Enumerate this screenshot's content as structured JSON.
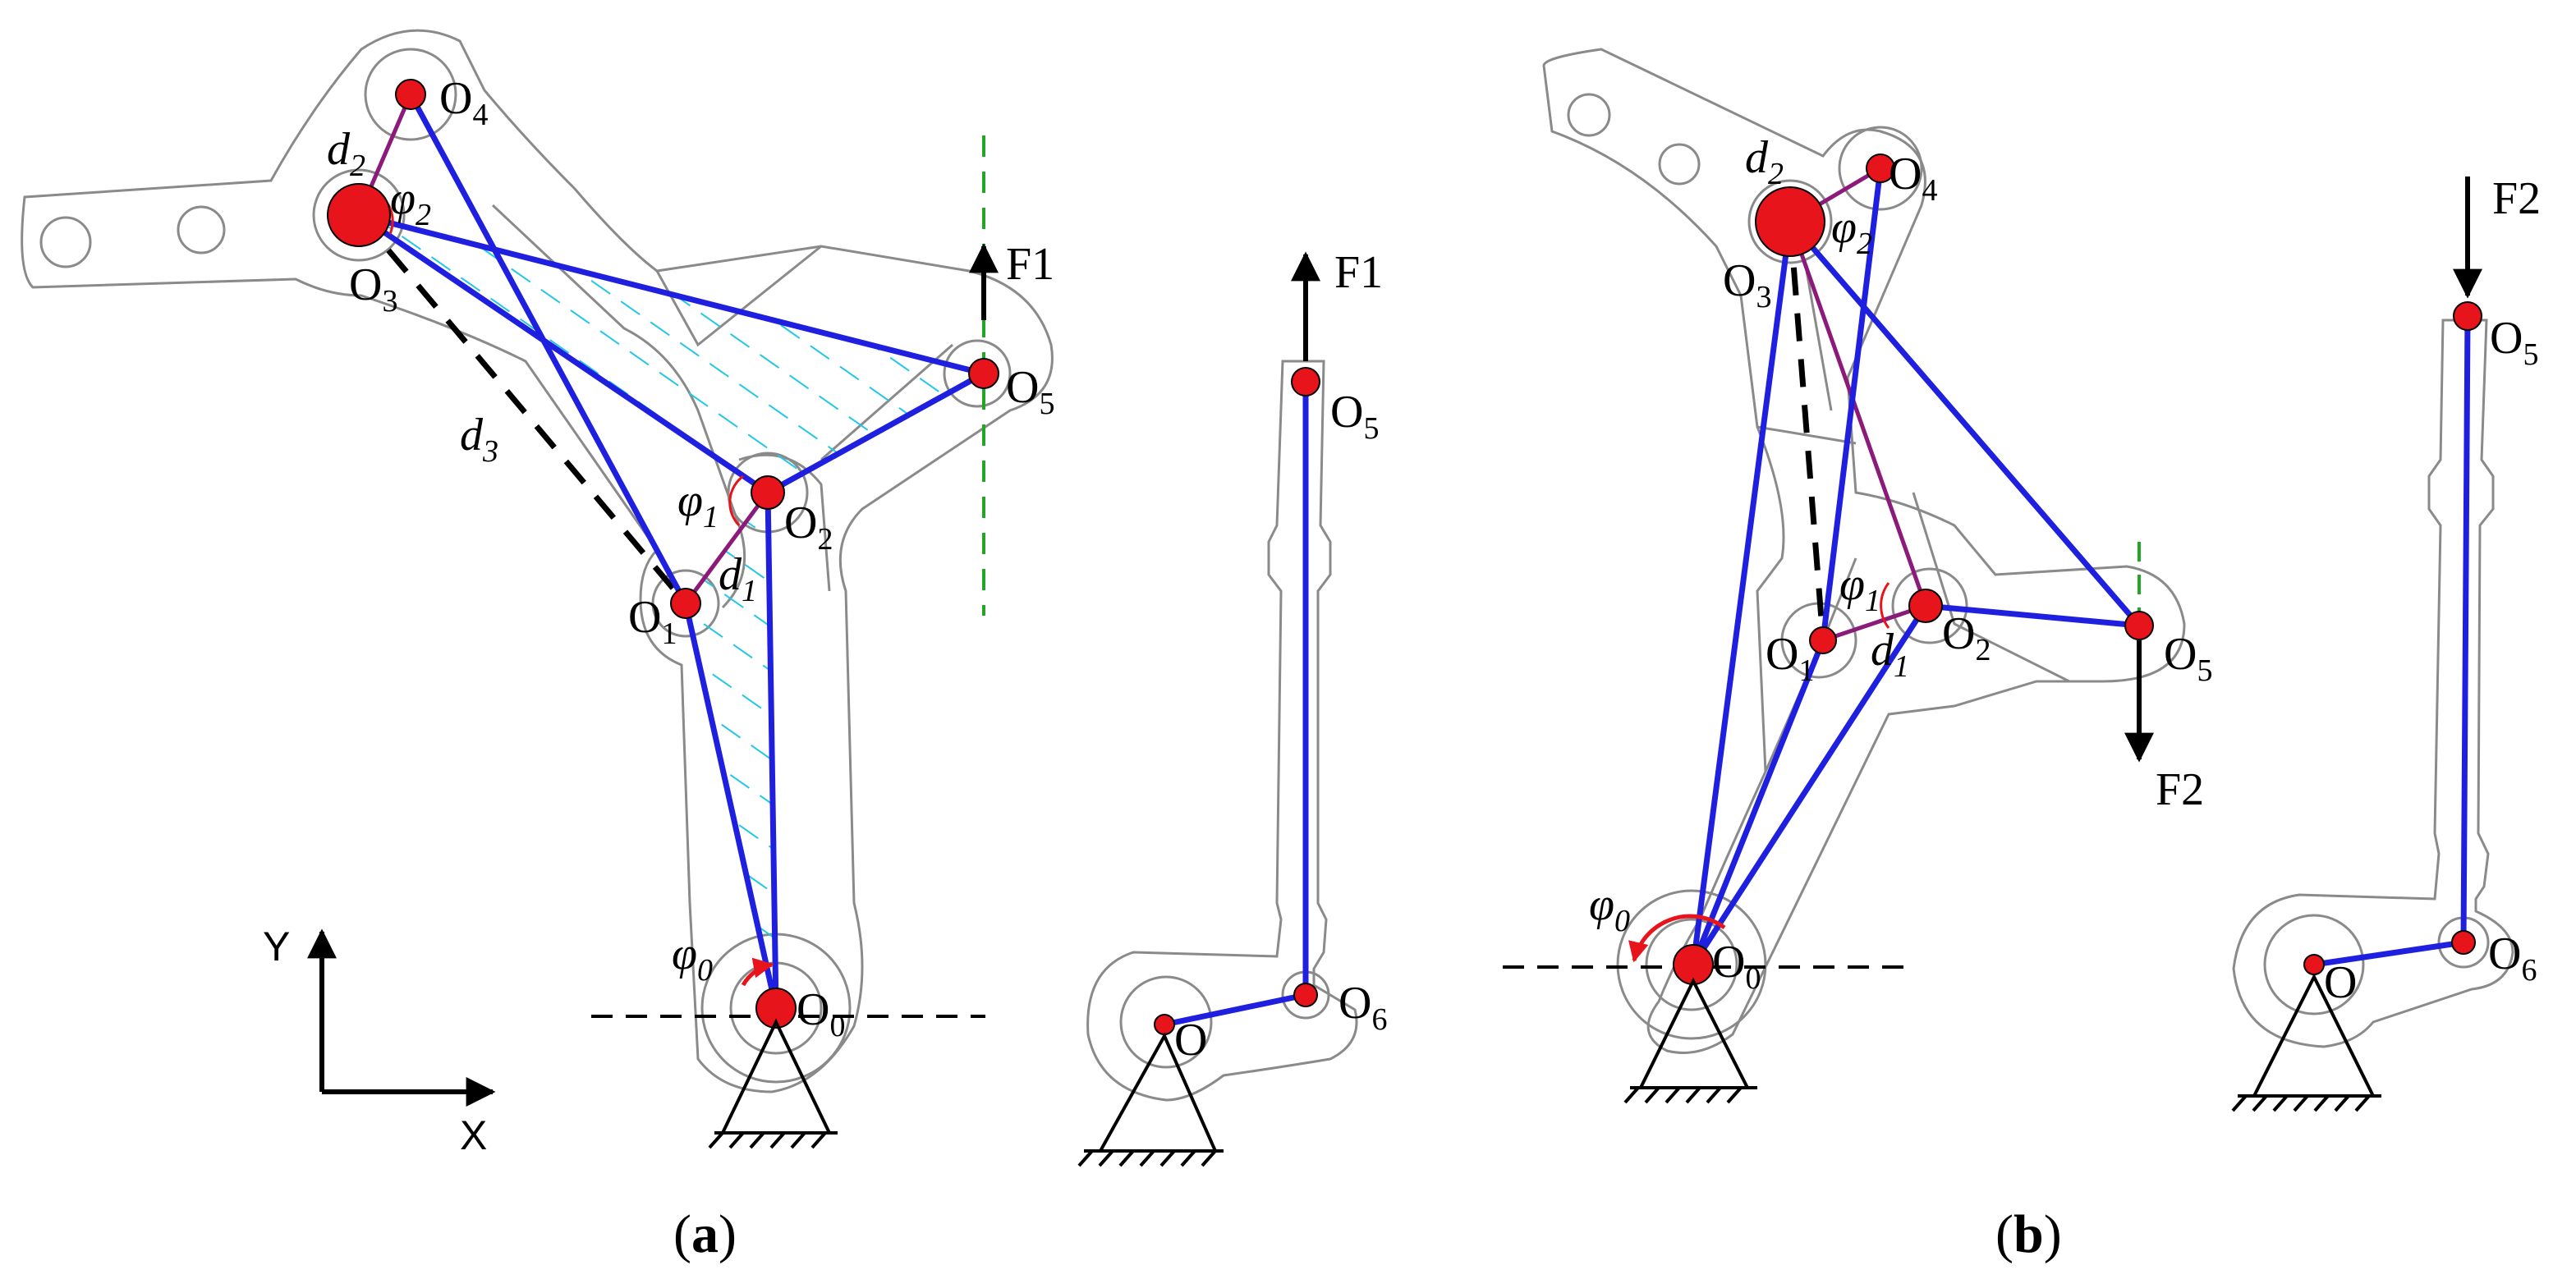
{
  "colors": {
    "link_blue": "#1f1fe0",
    "joint_red": "#e8141c",
    "body_gray": "#8a8a8a",
    "hatch_cyan": "#22c7e8",
    "force_line_green": "#23a623",
    "purple": "#8b1a7a",
    "dashed": "#000000"
  },
  "panel_a": {
    "caption": "a",
    "joints": {
      "O0": "O",
      "O0_sub": "0",
      "O1": "O",
      "O1_sub": "1",
      "O2": "O",
      "O2_sub": "2",
      "O3": "O",
      "O3_sub": "3",
      "O4": "O",
      "O4_sub": "4",
      "O5": "O",
      "O5_sub": "5"
    },
    "d1": "d",
    "d1_sub": "1",
    "d2": "d",
    "d2_sub": "2",
    "d3": "d",
    "d3_sub": "3",
    "phi0": "φ",
    "phi0_sub": "0",
    "phi1": "φ",
    "phi1_sub": "1",
    "phi2": "φ",
    "phi2_sub": "2",
    "force": "F1",
    "axis_y": "Y",
    "axis_x": "X",
    "side": {
      "O5": "O",
      "O5_sub": "5",
      "O6": "O",
      "O6_sub": "6",
      "O": "O",
      "force": "F1"
    }
  },
  "panel_b": {
    "caption": "b",
    "joints": {
      "O0": "O",
      "O0_sub": "0",
      "O1": "O",
      "O1_sub": "1",
      "O2": "O",
      "O2_sub": "2",
      "O3": "O",
      "O3_sub": "3",
      "O4": "O",
      "O4_sub": "4",
      "O5": "O",
      "O5_sub": "5"
    },
    "d1": "d",
    "d1_sub": "1",
    "d2": "d",
    "d2_sub": "2",
    "phi0": "φ",
    "phi0_sub": "0",
    "phi1": "φ",
    "phi1_sub": "1",
    "phi2": "φ",
    "phi2_sub": "2",
    "force": "F2",
    "side": {
      "O5": "O",
      "O5_sub": "5",
      "O6": "O",
      "O6_sub": "6",
      "O": "O",
      "force": "F2"
    }
  }
}
